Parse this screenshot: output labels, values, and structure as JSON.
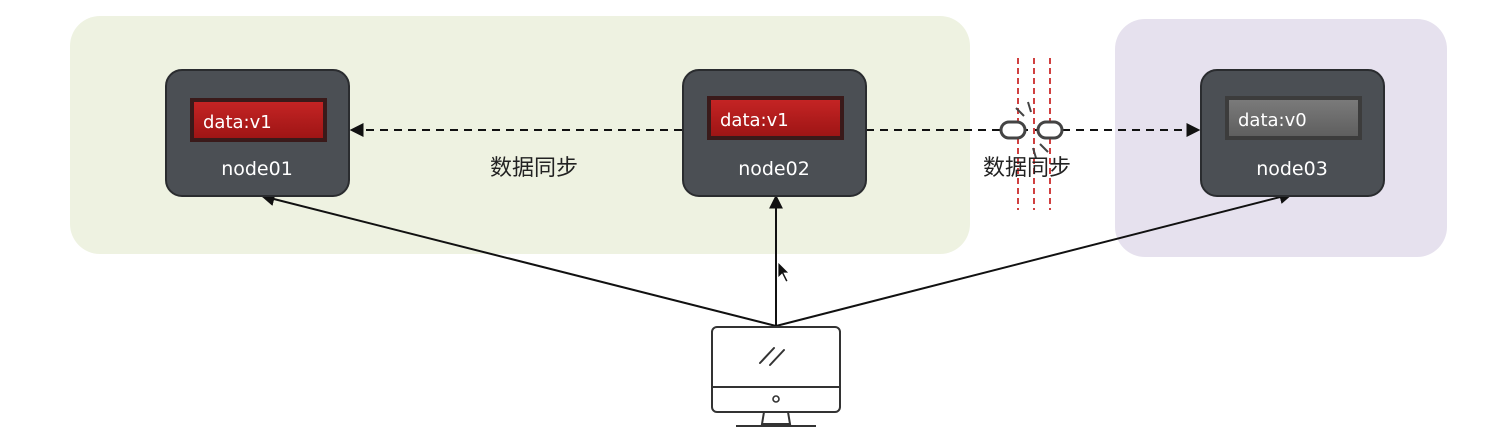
{
  "nodes": [
    {
      "id": "node01",
      "label": "node01",
      "data": "data:v1",
      "data_state": "synced"
    },
    {
      "id": "node02",
      "label": "node02",
      "data": "data:v1",
      "data_state": "synced"
    },
    {
      "id": "node03",
      "label": "node03",
      "data": "data:v0",
      "data_state": "stale"
    }
  ],
  "sync_links": [
    {
      "from": "node02",
      "to": "node01",
      "label": "数据同步",
      "broken": false
    },
    {
      "from": "node02",
      "to": "node03",
      "label": "数据同步",
      "broken": true
    }
  ],
  "groups": [
    {
      "id": "partition-a",
      "members": [
        "node01",
        "node02"
      ],
      "color": "#eef2e1"
    },
    {
      "id": "partition-b",
      "members": [
        "node03"
      ],
      "color": "#e6e1ee"
    }
  ],
  "client": {
    "icon": "monitor-icon",
    "connects_to": [
      "node01",
      "node02",
      "node03"
    ]
  },
  "colors": {
    "node_fill": "#4b4f54",
    "data_synced": "#b01c1c",
    "data_stale": "#6e6e6e",
    "break_marker": "#d04040"
  }
}
